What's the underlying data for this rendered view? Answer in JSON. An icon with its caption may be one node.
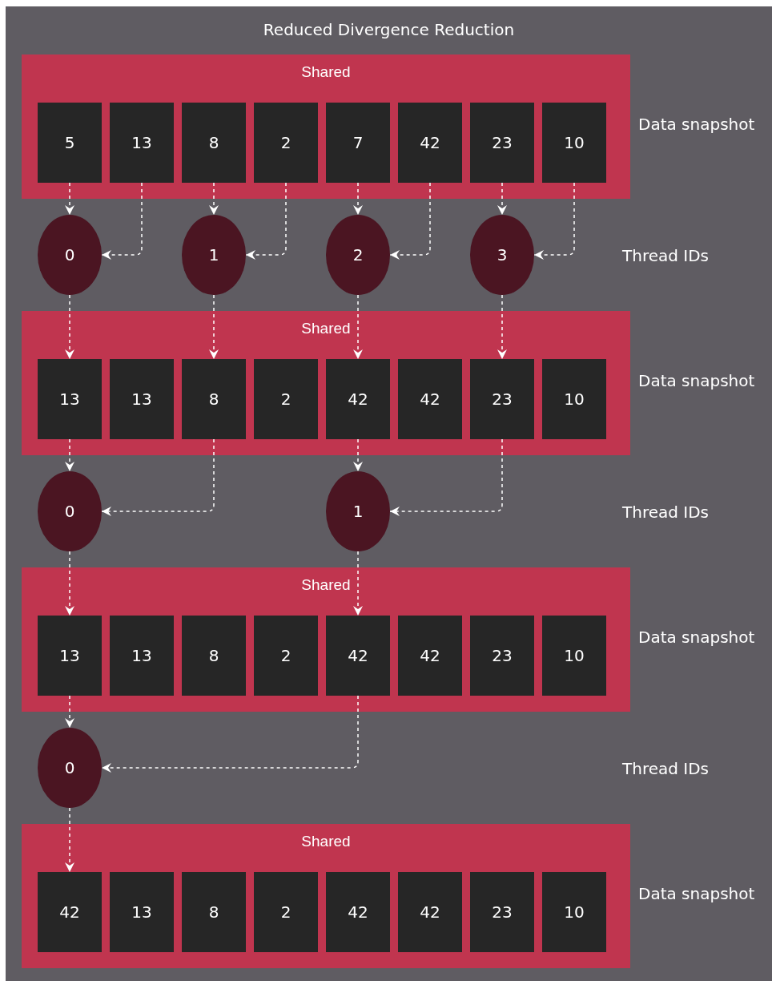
{
  "diagram": {
    "title": "Reduced Divergence Reduction",
    "nodes": [
      {
        "text": [
          "Shared"
        ],
        "beside": [
          "Data snapshot"
        ]
      },
      {
        "text": [
          "5"
        ],
        "in": 0
      },
      {
        "text": [
          "13"
        ],
        "in": 0
      },
      {
        "text": [
          "8"
        ],
        "in": 0
      },
      {
        "text": [
          "2"
        ],
        "in": 0
      },
      {
        "text": [
          "7"
        ],
        "in": 0
      },
      {
        "text": [
          "42"
        ],
        "in": 0
      },
      {
        "text": [
          "23"
        ],
        "in": 0
      },
      {
        "text": [
          "10"
        ],
        "in": 0
      },
      {
        "text": [
          "0"
        ]
      },
      {
        "text": [
          "1"
        ]
      },
      {
        "text": [
          "2"
        ]
      },
      {
        "text": [
          "3"
        ]
      },
      {
        "text": [
          "Shared"
        ],
        "beside": [
          "Data snapshot"
        ]
      },
      {
        "text": [
          "13"
        ],
        "in": 13
      },
      {
        "text": [
          "13"
        ],
        "in": 13
      },
      {
        "text": [
          "8"
        ],
        "in": 13
      },
      {
        "text": [
          "2"
        ],
        "in": 13
      },
      {
        "text": [
          "42"
        ],
        "in": 13
      },
      {
        "text": [
          "42"
        ],
        "in": 13
      },
      {
        "text": [
          "23"
        ],
        "in": 13
      },
      {
        "text": [
          "10"
        ],
        "in": 13
      },
      {
        "text": [
          "0"
        ]
      },
      {
        "text": [
          "1"
        ]
      },
      {
        "text": [
          "Shared"
        ],
        "beside": [
          "Data snapshot"
        ]
      },
      {
        "text": [
          "13"
        ],
        "in": 24
      },
      {
        "text": [
          "13"
        ],
        "in": 24
      },
      {
        "text": [
          "8"
        ],
        "in": 24
      },
      {
        "text": [
          "2"
        ],
        "in": 24
      },
      {
        "text": [
          "42"
        ],
        "in": 24
      },
      {
        "text": [
          "42"
        ],
        "in": 24
      },
      {
        "text": [
          "23"
        ],
        "in": 24
      },
      {
        "text": [
          "10"
        ],
        "in": 24
      },
      {
        "text": [
          "0"
        ]
      },
      {
        "text": [
          "Shared"
        ],
        "beside": [
          "Data snapshot"
        ]
      },
      {
        "text": [
          "42"
        ],
        "in": 34
      },
      {
        "text": [
          "13"
        ],
        "in": 34
      },
      {
        "text": [
          "8"
        ],
        "in": 34
      },
      {
        "text": [
          "2"
        ],
        "in": 34
      },
      {
        "text": [
          "42"
        ],
        "in": 34
      },
      {
        "text": [
          "42"
        ],
        "in": 34
      },
      {
        "text": [
          "23"
        ],
        "in": 34
      },
      {
        "text": [
          "10"
        ],
        "in": 34
      }
    ],
    "edges": [
      {
        "from": 1,
        "to": 9,
        "arrow": "to",
        "style": "dashed"
      },
      {
        "from": 2,
        "to": 9,
        "arrow": "to",
        "style": "dashed"
      },
      {
        "from": 3,
        "to": 10,
        "arrow": "to",
        "style": "dashed"
      },
      {
        "from": 4,
        "to": 10,
        "arrow": "to",
        "style": "dashed"
      },
      {
        "from": 5,
        "to": 11,
        "arrow": "to",
        "style": "dashed"
      },
      {
        "from": 6,
        "to": 11,
        "arrow": "to",
        "style": "dashed"
      },
      {
        "from": 7,
        "to": 12,
        "arrow": "to",
        "style": "dashed"
      },
      {
        "from": 8,
        "to": 12,
        "arrow": "to",
        "style": "dashed"
      },
      {
        "from": 9,
        "to": 14,
        "arrow": "to",
        "style": "dashed"
      },
      {
        "from": 10,
        "to": 16,
        "arrow": "to",
        "style": "dashed"
      },
      {
        "from": 11,
        "to": 18,
        "arrow": "to",
        "style": "dashed"
      },
      {
        "from": 12,
        "to": 20,
        "arrow": "to",
        "style": "dashed"
      },
      {
        "from": 14,
        "to": 22,
        "arrow": "to",
        "style": "dashed"
      },
      {
        "from": 16,
        "to": 22,
        "arrow": "to",
        "style": "dashed"
      },
      {
        "from": 18,
        "to": 23,
        "arrow": "to",
        "style": "dashed"
      },
      {
        "from": 20,
        "to": 23,
        "arrow": "to",
        "style": "dashed"
      },
      {
        "from": 22,
        "to": 25,
        "arrow": "to",
        "style": "dashed"
      },
      {
        "from": 23,
        "to": 29,
        "arrow": "to",
        "style": "dashed"
      },
      {
        "from": 25,
        "to": 33,
        "arrow": "to",
        "style": "dashed"
      },
      {
        "from": 29,
        "to": 33,
        "arrow": "to",
        "style": "dashed"
      },
      {
        "from": 33,
        "to": 35,
        "arrow": "to",
        "style": "dashed"
      }
    ],
    "labels": [
      "Thread IDs",
      "Thread IDs",
      "Thread IDs"
    ]
  }
}
